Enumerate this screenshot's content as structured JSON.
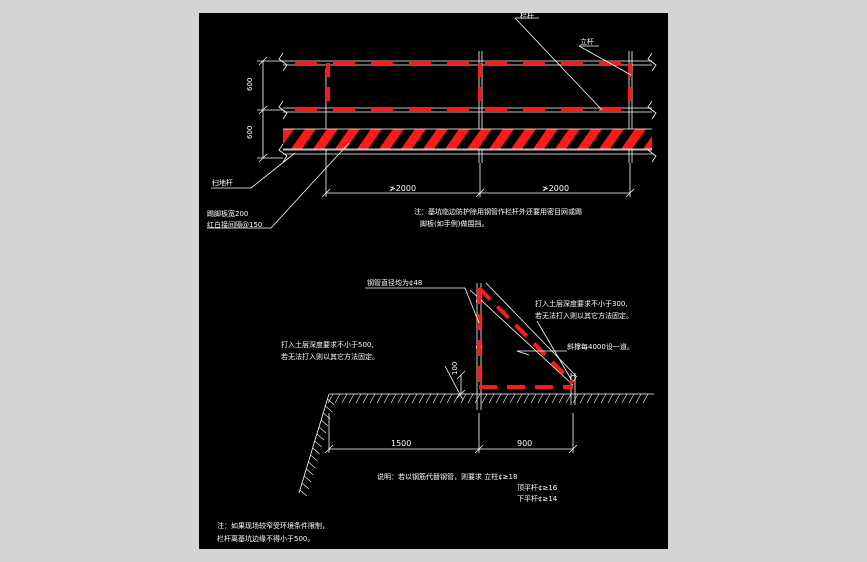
{
  "colors": {
    "background": "#000000",
    "line": "#ffffff",
    "barrier": "#ff1a1a",
    "frame": "#d4d4d4"
  },
  "plan": {
    "label_top_rail": "栏杆",
    "label_post": "立杆",
    "label_sweep_rail": "扫地杆",
    "dim_upper": "600",
    "dim_lower": "600",
    "dim_span_1": "≯2000",
    "dim_span_2": "≯2000",
    "toe_board_line1": "踢脚板宽200",
    "toe_board_line2": "红白接间隔@150",
    "note_line1": "注：基坑临边防护除用钢管作栏杆外还要用密目网或踢",
    "note_line2": "脚板(如手例)做围挡。"
  },
  "section": {
    "pipe_label": "钢管直径均为¢48",
    "right_depth_line1": "打入土层深度要求不小于300,",
    "right_depth_line2": "若无法打入则以其它方法固定。",
    "brace_label": "斜撑每4000设一道。",
    "left_depth_line1": "打入土层深度要求不小于500,",
    "left_depth_line2": "若无法打入则以其它方法固定。",
    "dim_100": "100",
    "dim_1500": "1500",
    "dim_900": "900",
    "spec_line1": "说明：若以钢筋代替钢管，则要求  立柱¢≥18",
    "spec_line2": "顶平杆¢≥16",
    "spec_line3": "下平杆¢≥14",
    "bottom_note_line1": "注：如果现场较窄受环境条件限制，",
    "bottom_note_line2": "栏杆离基坑边缘不得小于500。"
  }
}
